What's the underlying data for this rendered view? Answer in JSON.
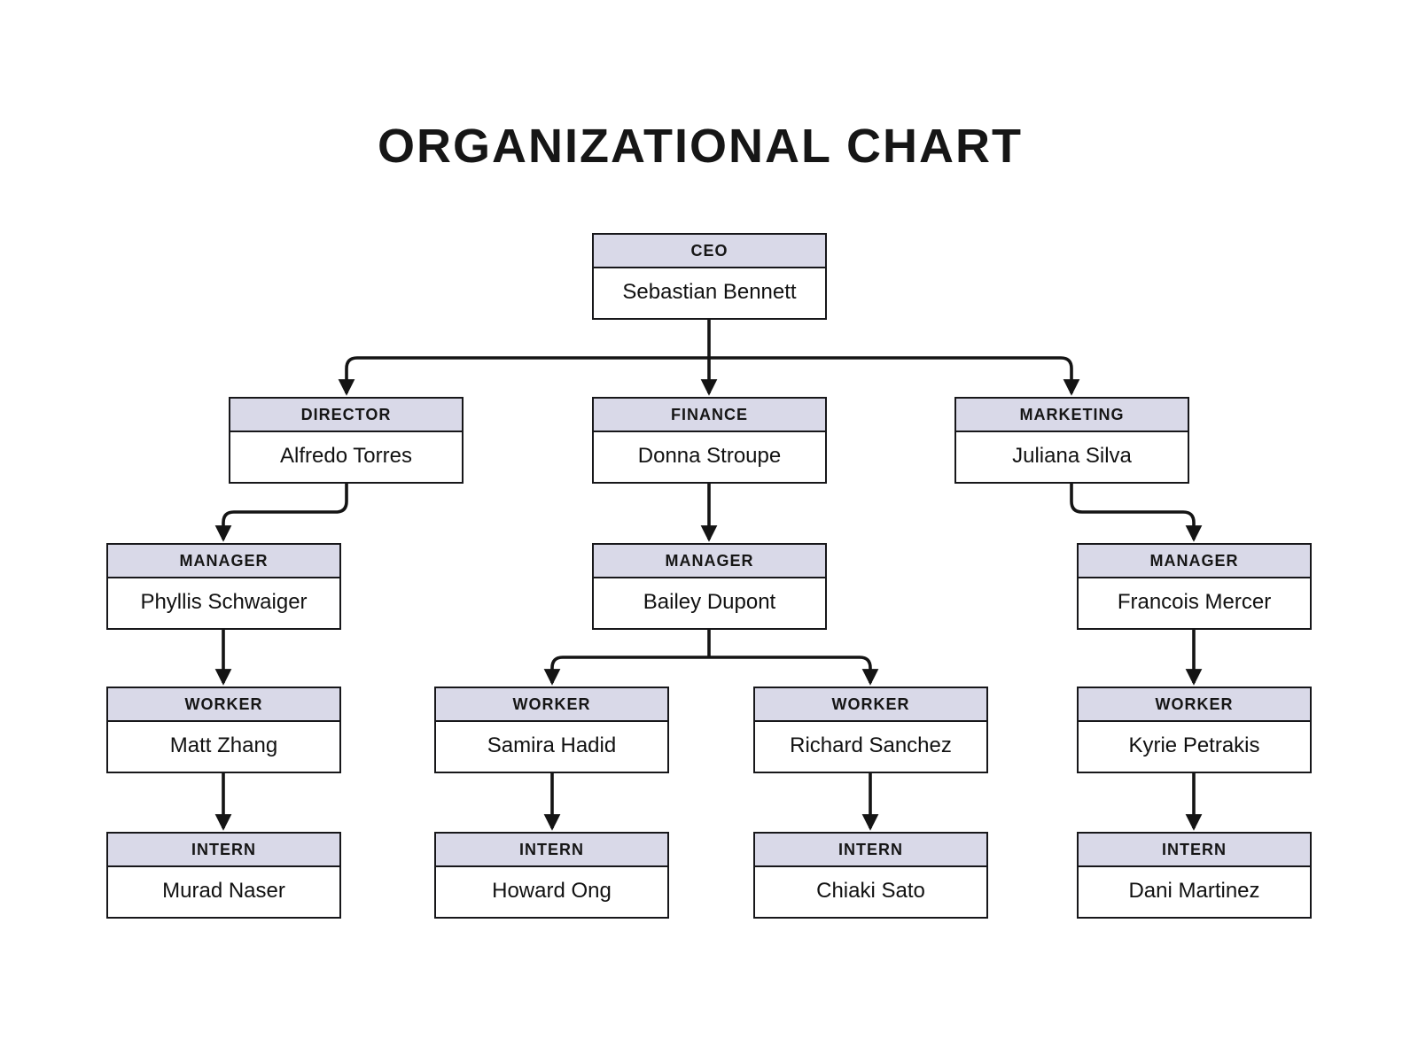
{
  "title": "ORGANIZATIONAL CHART",
  "colors": {
    "header_bg": "#d9d9e8",
    "box_body_bg": "#ffffff",
    "border": "#17171a",
    "connector": "#141414",
    "title_color": "#161616"
  },
  "nodes": [
    {
      "id": "ceo",
      "role": "CEO",
      "name": "Sebastian Bennett"
    },
    {
      "id": "director",
      "role": "DIRECTOR",
      "name": "Alfredo Torres"
    },
    {
      "id": "finance",
      "role": "FINANCE",
      "name": "Donna Stroupe"
    },
    {
      "id": "marketing",
      "role": "MARKETING",
      "name": "Juliana Silva"
    },
    {
      "id": "manager-1",
      "role": "MANAGER",
      "name": "Phyllis Schwaiger"
    },
    {
      "id": "manager-2",
      "role": "MANAGER",
      "name": "Bailey Dupont"
    },
    {
      "id": "manager-3",
      "role": "MANAGER",
      "name": "Francois Mercer"
    },
    {
      "id": "worker-1",
      "role": "WORKER",
      "name": "Matt Zhang"
    },
    {
      "id": "worker-2",
      "role": "WORKER",
      "name": "Samira Hadid"
    },
    {
      "id": "worker-3",
      "role": "WORKER",
      "name": "Richard Sanchez"
    },
    {
      "id": "worker-4",
      "role": "WORKER",
      "name": "Kyrie Petrakis"
    },
    {
      "id": "intern-1",
      "role": "INTERN",
      "name": "Murad Naser"
    },
    {
      "id": "intern-2",
      "role": "INTERN",
      "name": "Howard Ong"
    },
    {
      "id": "intern-3",
      "role": "INTERN",
      "name": "Chiaki Sato"
    },
    {
      "id": "intern-4",
      "role": "INTERN",
      "name": "Dani Martinez"
    }
  ],
  "edges": [
    {
      "from": "ceo",
      "to": "director"
    },
    {
      "from": "ceo",
      "to": "finance"
    },
    {
      "from": "ceo",
      "to": "marketing"
    },
    {
      "from": "director",
      "to": "manager-1"
    },
    {
      "from": "finance",
      "to": "manager-2"
    },
    {
      "from": "marketing",
      "to": "manager-3"
    },
    {
      "from": "manager-1",
      "to": "worker-1"
    },
    {
      "from": "manager-2",
      "to": "worker-2"
    },
    {
      "from": "manager-2",
      "to": "worker-3"
    },
    {
      "from": "manager-3",
      "to": "worker-4"
    },
    {
      "from": "worker-1",
      "to": "intern-1"
    },
    {
      "from": "worker-2",
      "to": "intern-2"
    },
    {
      "from": "worker-3",
      "to": "intern-3"
    },
    {
      "from": "worker-4",
      "to": "intern-4"
    }
  ]
}
